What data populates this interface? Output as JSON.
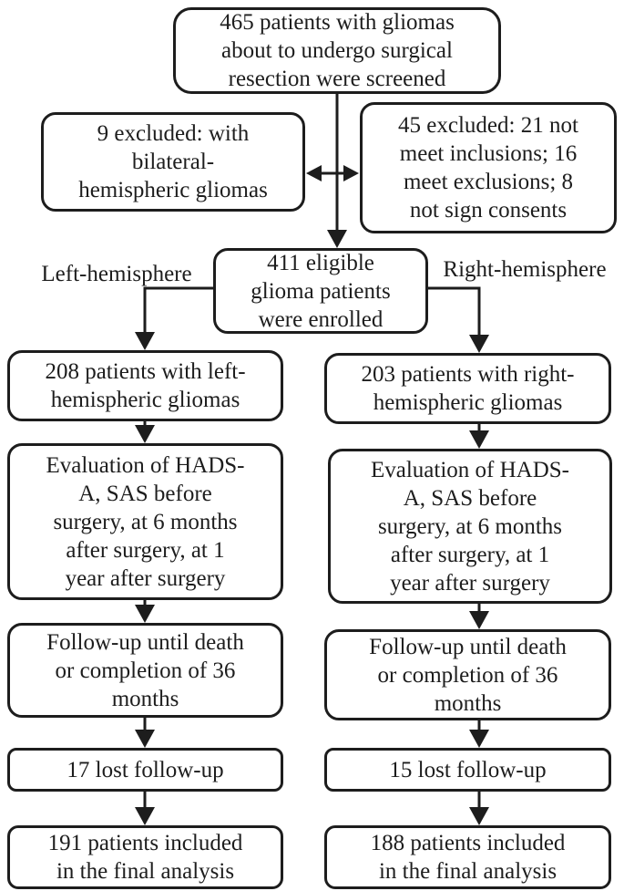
{
  "style": {
    "ink": "#1d1d1d",
    "background": "#ffffff"
  },
  "flowchart": {
    "screened": {
      "lines": [
        "465 patients with gliomas",
        "about to undergo surgical",
        "resection were screened"
      ]
    },
    "excluded_bilateral": {
      "lines": [
        "9 excluded: with",
        "bilateral-",
        "hemispheric gliomas"
      ]
    },
    "excluded_criteria": {
      "lines": [
        "45 excluded: 21 not",
        "meet inclusions; 16",
        "meet exclusions; 8",
        "not sign consents"
      ]
    },
    "enrolled": {
      "lines": [
        "411 eligible",
        "glioma patients",
        "were enrolled"
      ]
    },
    "branch_labels": {
      "left": "Left-hemisphere",
      "right": "Right-hemisphere"
    },
    "left_arm": {
      "patients": {
        "lines": [
          "208 patients with left-",
          "hemispheric gliomas"
        ]
      },
      "evaluation": {
        "lines": [
          "Evaluation of HADS-",
          "A, SAS before",
          "surgery, at 6 months",
          "after surgery, at 1",
          "year after surgery"
        ]
      },
      "followup": {
        "lines": [
          "Follow-up until death",
          "or completion of 36",
          "months"
        ]
      },
      "lost": {
        "lines": [
          "17 lost follow-up"
        ]
      },
      "final": {
        "lines": [
          "191 patients included",
          "in the final analysis"
        ]
      }
    },
    "right_arm": {
      "patients": {
        "lines": [
          "203 patients with right-",
          "hemispheric gliomas"
        ]
      },
      "evaluation": {
        "lines": [
          "Evaluation of HADS-",
          "A, SAS before",
          "surgery, at 6 months",
          "after surgery, at 1",
          "year after surgery"
        ]
      },
      "followup": {
        "lines": [
          "Follow-up until death",
          "or completion of 36",
          "months"
        ]
      },
      "lost": {
        "lines": [
          "15 lost follow-up"
        ]
      },
      "final": {
        "lines": [
          "188 patients included",
          "in the final analysis"
        ]
      }
    }
  }
}
